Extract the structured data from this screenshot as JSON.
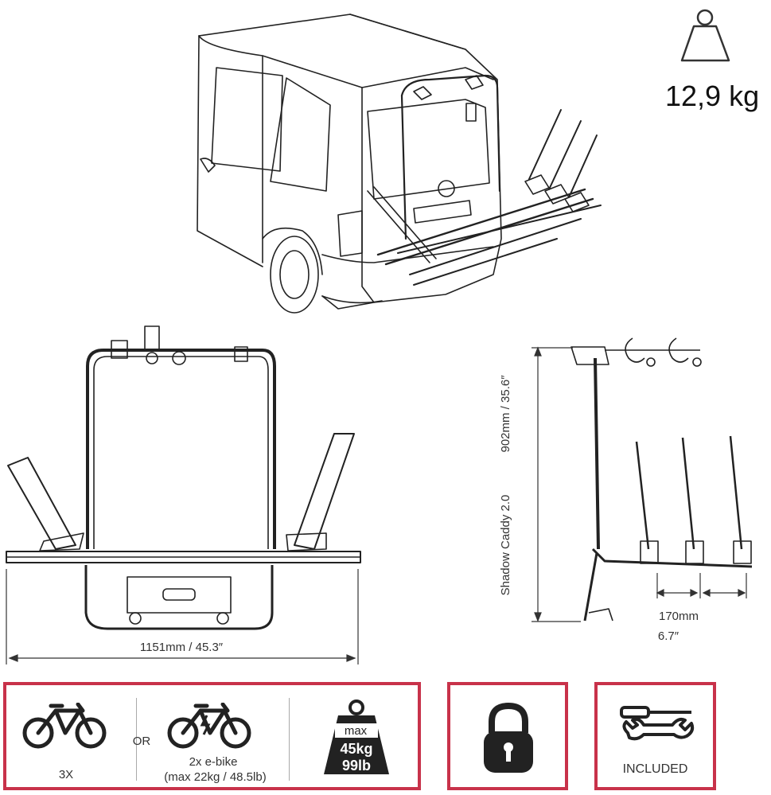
{
  "weight": {
    "value": "12,9 kg"
  },
  "dimensions": {
    "width": "1151mm / 45.3″",
    "height": "902mm / 35.6″",
    "spacing_mm": "170mm",
    "spacing_in": "6.7″",
    "model": "Shadow Caddy 2.0"
  },
  "features": {
    "bikes_count": "3X",
    "or": "OR",
    "ebike_line1": "2x e-bike",
    "ebike_line2": "(max 22kg / 48.5lb)",
    "max_label": "max",
    "max_kg": "45kg",
    "max_lb": "99lb",
    "included": "INCLUDED"
  },
  "colors": {
    "accent": "#c8324a"
  }
}
